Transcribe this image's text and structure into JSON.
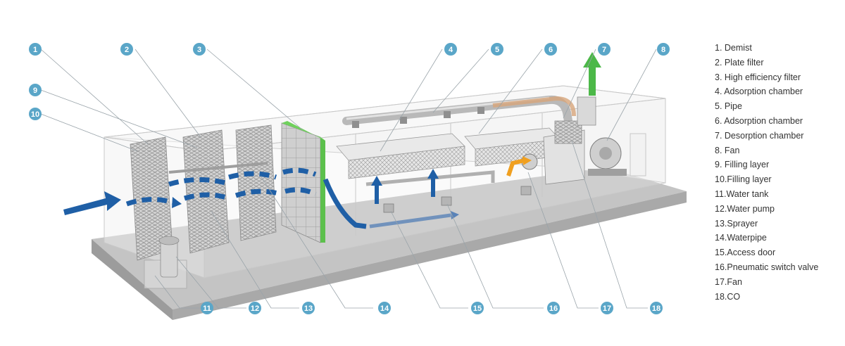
{
  "colors": {
    "callout": "#5aa6c8",
    "airflow": "#1f5fa6",
    "exhaust": "#4cb848",
    "hot_air": "#f0a020",
    "panel": "#5cc04c",
    "floor": "#b8b8b8"
  },
  "callouts": [
    {
      "id": "1",
      "label": "1"
    },
    {
      "id": "2",
      "label": "2"
    },
    {
      "id": "3",
      "label": "3"
    },
    {
      "id": "4",
      "label": "4"
    },
    {
      "id": "5",
      "label": "5"
    },
    {
      "id": "6",
      "label": "6"
    },
    {
      "id": "7",
      "label": "7"
    },
    {
      "id": "8",
      "label": "8"
    },
    {
      "id": "9",
      "label": "9"
    },
    {
      "id": "10",
      "label": "10"
    },
    {
      "id": "11",
      "label": "11"
    },
    {
      "id": "12",
      "label": "12"
    },
    {
      "id": "13",
      "label": "13"
    },
    {
      "id": "14",
      "label": "14"
    },
    {
      "id": "15",
      "label": "15"
    },
    {
      "id": "16",
      "label": "16"
    },
    {
      "id": "17",
      "label": "17"
    },
    {
      "id": "18",
      "label": "18"
    }
  ],
  "legend": [
    "1. Demist",
    "2. Plate filter",
    "3. High efficiency filter",
    "4. Adsorption chamber",
    "5. Pipe",
    "6. Adsorption chamber",
    "7. Desorption chamber",
    "8. Fan",
    "9. Filling layer",
    "10.Filling layer",
    "11.Water tank",
    "12.Water pump",
    "13.Sprayer",
    "14.Waterpipe",
    "15.Access door",
    "16.Pneumatic switch valve",
    "17.Fan",
    "18.CO"
  ]
}
